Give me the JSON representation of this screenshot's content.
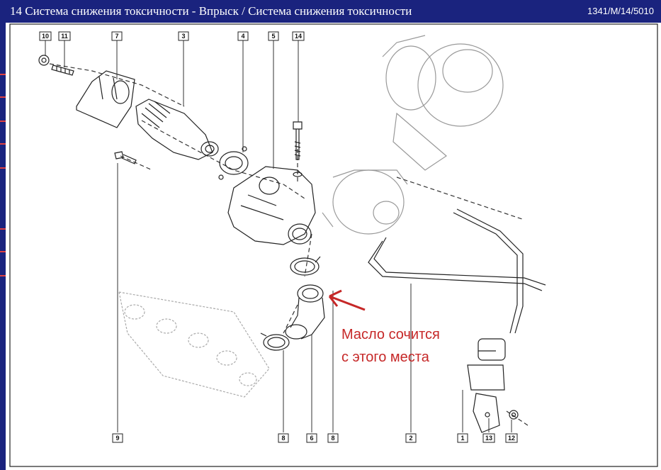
{
  "header": {
    "title": "14 Система снижения токсичности - Впрыск / Система снижения токсичности",
    "code": "1341/M/14/5010"
  },
  "callouts": [
    {
      "id": "c10",
      "label": "10"
    },
    {
      "id": "c11",
      "label": "11"
    },
    {
      "id": "c7",
      "label": "7"
    },
    {
      "id": "c3",
      "label": "3"
    },
    {
      "id": "c4",
      "label": "4"
    },
    {
      "id": "c5",
      "label": "5"
    },
    {
      "id": "c14",
      "label": "14"
    },
    {
      "id": "c9",
      "label": "9"
    },
    {
      "id": "c8a",
      "label": "8"
    },
    {
      "id": "c6",
      "label": "6"
    },
    {
      "id": "c8b",
      "label": "8"
    },
    {
      "id": "c2",
      "label": "2"
    },
    {
      "id": "c1",
      "label": "1"
    },
    {
      "id": "c13",
      "label": "13"
    },
    {
      "id": "c12",
      "label": "12"
    }
  ],
  "annotation": {
    "line1": "Масло сочится",
    "line2": "с этого места",
    "color": "#c62828"
  },
  "colors": {
    "titlebar": "#1a237e",
    "ink": "#222222"
  }
}
